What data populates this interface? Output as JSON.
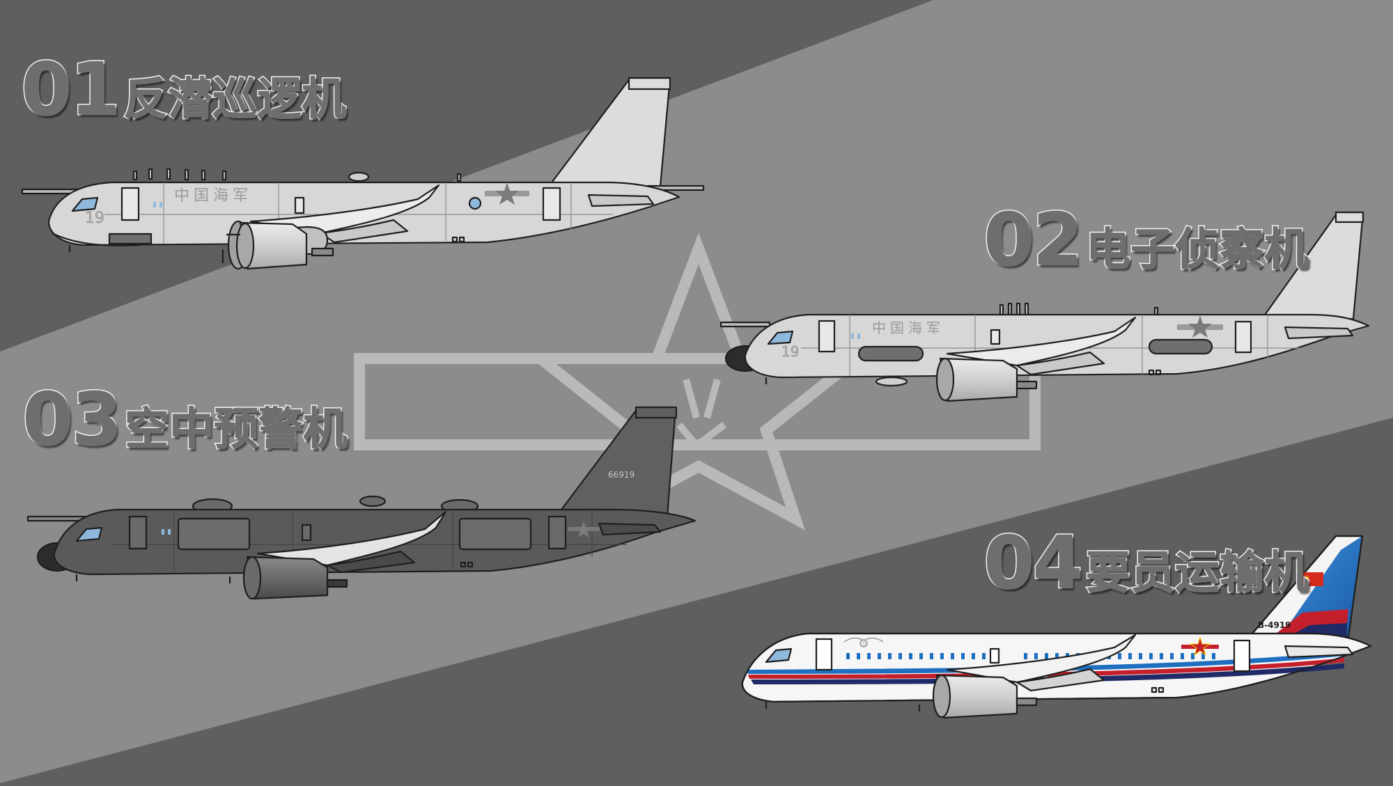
{
  "aircraft": [
    {
      "number": "01",
      "name": "反潜巡逻机",
      "marking": "中国海军",
      "nose": "19"
    },
    {
      "number": "02",
      "name": "电子侦察机",
      "marking": "中国海军",
      "nose": "19"
    },
    {
      "number": "03",
      "name": "空中预警机",
      "serial": "66919"
    },
    {
      "number": "04",
      "name": "要员运输机",
      "registration": "B-4919"
    }
  ],
  "colors": {
    "band_dark": "#5f5f5f",
    "band_light": "#8c8c8c",
    "light_grey_livery": "#d7d7d7",
    "dark_grey_livery": "#5a5a5a",
    "stripe_red": "#c4202b",
    "stripe_blue": "#1e6fc0",
    "stripe_navy": "#1f2a66",
    "window_blue": "#8fb8dd",
    "flag_red": "#d52b1e",
    "flag_yellow": "#ffde00"
  },
  "icons": [
    "star-emblem-icon",
    "bayi-roundel-icon",
    "china-flag-icon"
  ]
}
